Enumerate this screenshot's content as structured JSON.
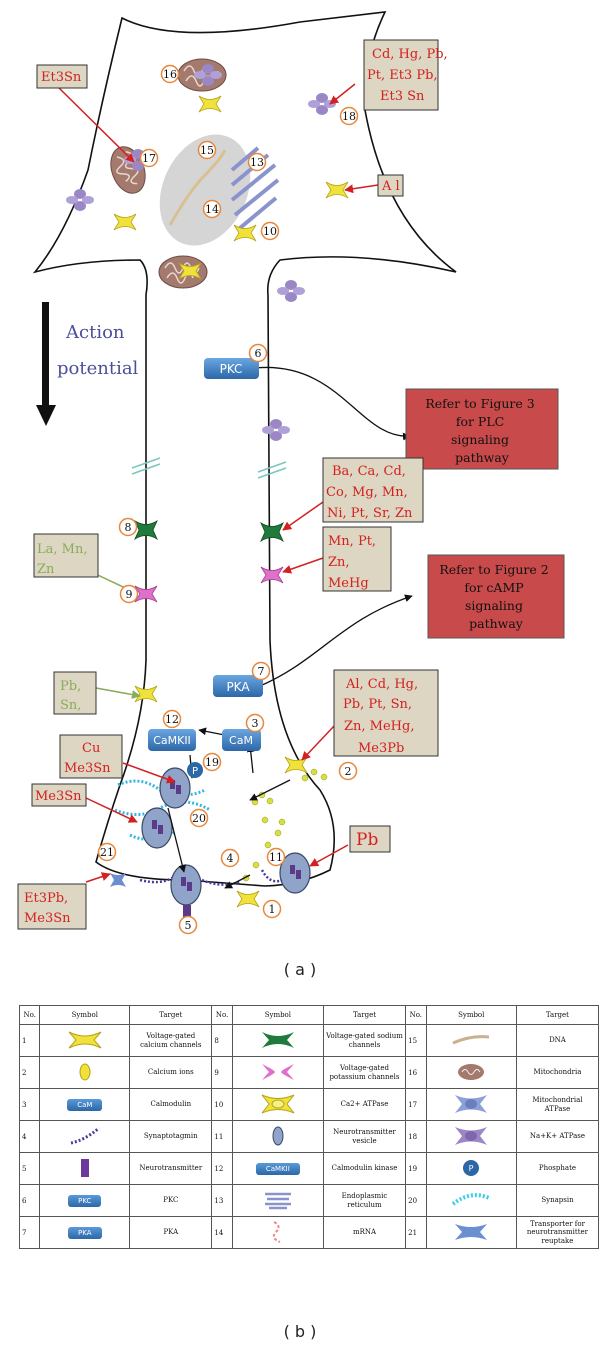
{
  "diagram": {
    "action_potential": [
      "Action",
      "potential"
    ],
    "refer_plc": [
      "Refer to Figure 3",
      "for PLC",
      "signaling",
      "pathway"
    ],
    "refer_camp": [
      "Refer to Figure 2",
      "for cAMP",
      "signaling",
      "pathway"
    ],
    "kinases": {
      "pkc": "PKC",
      "pka": "PKA",
      "camkii": "CaMKII",
      "cam": "CaM",
      "phosphate": "P"
    },
    "numbers": [
      "1",
      "2",
      "3",
      "4",
      "5",
      "6",
      "7",
      "8",
      "9",
      "10",
      "11",
      "12",
      "13",
      "14",
      "15",
      "16",
      "17",
      "18",
      "19",
      "20",
      "21"
    ],
    "labels": {
      "et3sn": [
        "Et3Sn"
      ],
      "cd_hg": [
        "Cd, Hg, Pb,",
        "Pt, Et3 Pb,",
        "Et3 Sn"
      ],
      "al": [
        "A l"
      ],
      "ba_ca": [
        "Ba, Ca, Cd,",
        "Co, Mg, Mn,",
        "Ni, Pt, Sr, Zn"
      ],
      "mn_pt": [
        "Mn, Pt,",
        "Zn,",
        "MeHg"
      ],
      "la_mn": [
        "La, Mn,",
        "Zn"
      ],
      "pb_sn": [
        "Pb,",
        "Sn,"
      ],
      "al_cd": [
        "Al, Cd, Hg,",
        "Pb, Pt, Sn,",
        "Zn, MeHg,",
        "Me3Pb"
      ],
      "cu": [
        "Cu",
        "Me3Sn"
      ],
      "me3sn": [
        "Me3Sn"
      ],
      "pb": [
        "Pb"
      ],
      "et3pb": [
        "Et3Pb,",
        "Me3Sn"
      ]
    }
  },
  "caption_a": "( a )",
  "caption_b": "( b )",
  "legend": {
    "headers": [
      "No.",
      "Symbol",
      "Target",
      "No.",
      "Symbol",
      "Target",
      "No.",
      "Symbol",
      "Target"
    ],
    "rows": [
      [
        {
          "no": "1",
          "icon": "ca-channel",
          "target": "Voltage-gated calcium channels"
        },
        {
          "no": "8",
          "icon": "na-channel",
          "target": "Voltage-gated sodium channels"
        },
        {
          "no": "15",
          "icon": "dna",
          "target": "DNA"
        }
      ],
      [
        {
          "no": "2",
          "icon": "ca-ion",
          "target": "Calcium ions"
        },
        {
          "no": "9",
          "icon": "k-channel",
          "target": "Voltage-gated potassium channels"
        },
        {
          "no": "16",
          "icon": "mitochondria",
          "target": "Mitochondria"
        }
      ],
      [
        {
          "no": "3",
          "icon": "cam",
          "label": "CaM",
          "target": "Calmodulin"
        },
        {
          "no": "10",
          "icon": "ca-atpase",
          "target": "Ca2+ ATPase"
        },
        {
          "no": "17",
          "icon": "mito-atpase",
          "target": "Mitochondrial ATPase"
        }
      ],
      [
        {
          "no": "4",
          "icon": "synaptotagmin",
          "target": "Synaptotagmin"
        },
        {
          "no": "11",
          "icon": "vesicle",
          "target": "Neurotransmitter vesicle"
        },
        {
          "no": "18",
          "icon": "nak-atpase",
          "target": "Na+K+ ATPase"
        }
      ],
      [
        {
          "no": "5",
          "icon": "neurotransmitter",
          "target": "Neurotransmitter"
        },
        {
          "no": "12",
          "icon": "camkii",
          "label": "CaMKII",
          "target": "Calmodulin kinase"
        },
        {
          "no": "19",
          "icon": "phosphate",
          "label": "P",
          "target": "Phosphate"
        }
      ],
      [
        {
          "no": "6",
          "icon": "pkc",
          "label": "PKC",
          "target": "PKC"
        },
        {
          "no": "13",
          "icon": "er",
          "target": "Endoplasmic reticulum"
        },
        {
          "no": "20",
          "icon": "synapsin",
          "target": "Synapsin"
        }
      ],
      [
        {
          "no": "7",
          "icon": "pka",
          "label": "PKA",
          "target": "PKA"
        },
        {
          "no": "14",
          "icon": "mrna",
          "target": "mRNA"
        },
        {
          "no": "21",
          "icon": "transporter",
          "target": "Transporter for neurotransmitter reuptake"
        }
      ]
    ]
  },
  "colors": {
    "toxic_red": "#d42020",
    "green_text": "#8aac5a",
    "label_box": "#ddd6c2",
    "refer_box": "#c84a4a",
    "kinase_blue": "#3d7ec5",
    "channel_yellow": "#f0e23a",
    "channel_green": "#1f7a3c",
    "channel_pink": "#e070cc",
    "pump_purple": "#9b86c6"
  }
}
